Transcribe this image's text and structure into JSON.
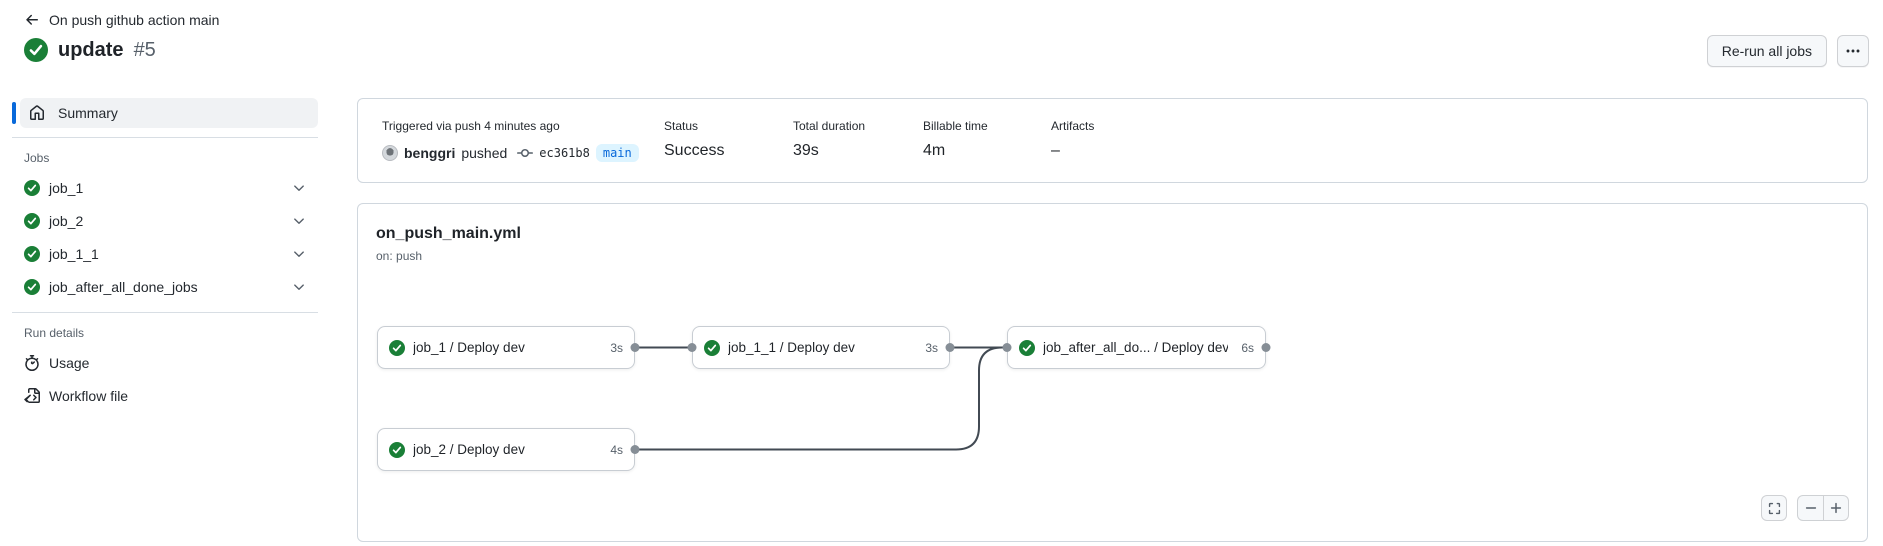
{
  "page": {
    "breadcrumb": "On push github action main",
    "run_name": "update",
    "run_number": "#5"
  },
  "header_actions": {
    "rerun_all_jobs": "Re-run all jobs"
  },
  "sidebar": {
    "summary_label": "Summary",
    "jobs_section_label": "Jobs",
    "jobs": [
      {
        "name": "job_1",
        "status": "success"
      },
      {
        "name": "job_2",
        "status": "success"
      },
      {
        "name": "job_1_1",
        "status": "success"
      },
      {
        "name": "job_after_all_done_jobs",
        "status": "success"
      }
    ],
    "run_details_section_label": "Run details",
    "run_details": [
      {
        "label": "Usage",
        "icon": "stopwatch-icon"
      },
      {
        "label": "Workflow file",
        "icon": "file-code-icon"
      }
    ]
  },
  "summary_card": {
    "trigger_text": "Triggered via push 4 minutes ago",
    "actor": "benggri",
    "action": "pushed",
    "commit_sha": "ec361b8",
    "branch": "main",
    "stats": [
      {
        "label": "Status",
        "value": "Success"
      },
      {
        "label": "Total duration",
        "value": "39s"
      },
      {
        "label": "Billable time",
        "value": "4m"
      },
      {
        "label": "Artifacts",
        "value": "–"
      }
    ]
  },
  "workflow_graph": {
    "file_name": "on_push_main.yml",
    "trigger": "on: push",
    "nodes": [
      {
        "label": "job_1 / Deploy dev",
        "duration": "3s",
        "status": "success"
      },
      {
        "label": "job_1_1 / Deploy dev",
        "duration": "3s",
        "status": "success"
      },
      {
        "label": "job_after_all_do... / Deploy dev",
        "duration": "6s",
        "status": "success"
      },
      {
        "label": "job_2 / Deploy dev",
        "duration": "4s",
        "status": "success"
      }
    ]
  },
  "colors": {
    "accent_blue": "#0969da",
    "success_green": "#1a7f37",
    "branch_badge_bg": "#ddf4ff",
    "branch_badge_text": "#0969da",
    "card_border": "#d0d7de",
    "text_primary": "#24292f",
    "text_secondary": "#57606a",
    "connector_line": "#424a53",
    "connector_dot": "#868e96"
  }
}
